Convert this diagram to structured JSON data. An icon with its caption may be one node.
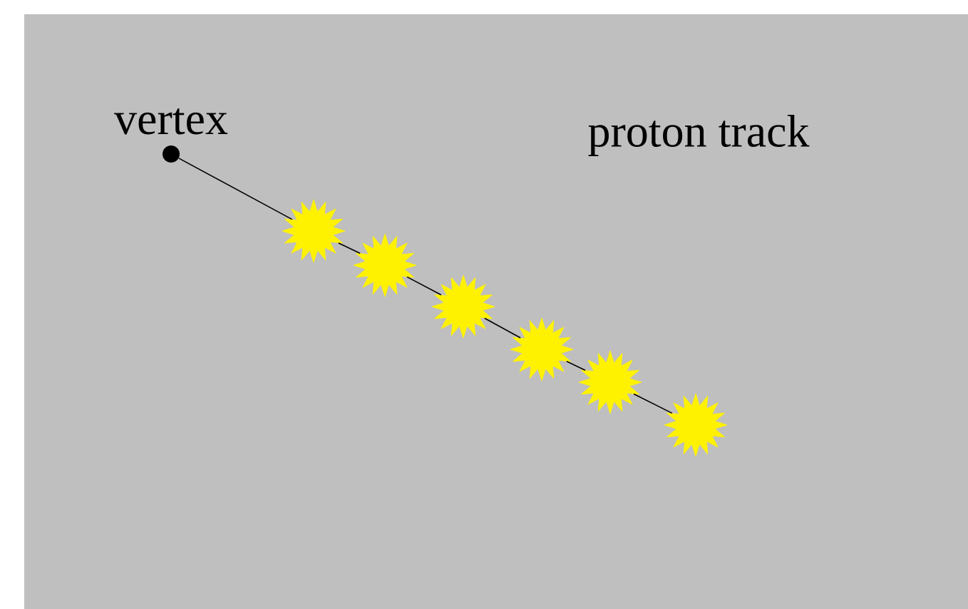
{
  "diagram": {
    "nodes": [
      {
        "text": [
          "vertex"
        ]
      },
      {
        "text": [],
        "shape": "star"
      },
      {
        "text": [],
        "shape": "star"
      },
      {
        "text": [],
        "shape": "star"
      },
      {
        "text": [],
        "shape": "star"
      },
      {
        "text": [],
        "shape": "star"
      },
      {
        "text": [],
        "shape": "star"
      }
    ],
    "edges": [
      {
        "from": 0,
        "to": 1,
        "arrow": "none"
      },
      {
        "from": 1,
        "to": 2,
        "arrow": "none"
      },
      {
        "from": 2,
        "to": 3,
        "arrow": "none"
      },
      {
        "from": 3,
        "to": 4,
        "arrow": "none"
      },
      {
        "from": 4,
        "to": 5,
        "arrow": "none"
      },
      {
        "from": 5,
        "to": 6,
        "arrow": "none"
      }
    ],
    "labels": [
      "proton track"
    ]
  }
}
